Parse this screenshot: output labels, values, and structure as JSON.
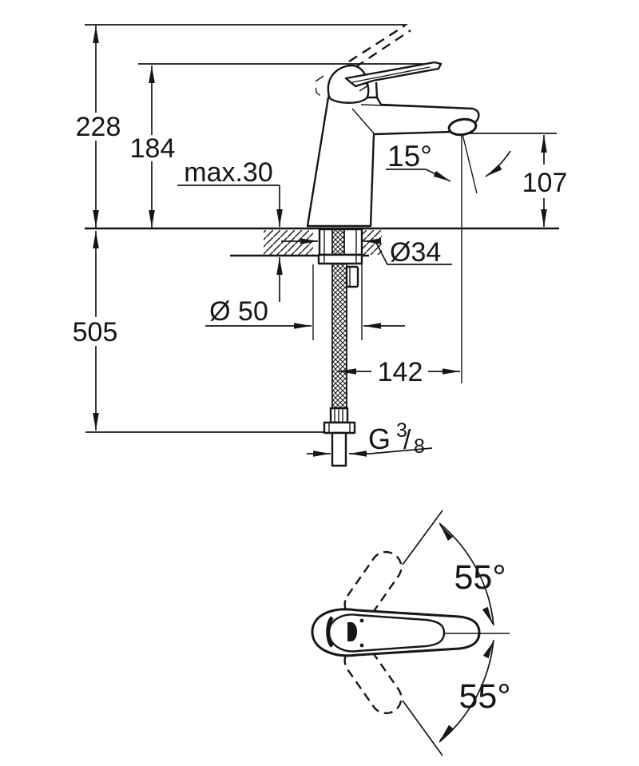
{
  "drawing": {
    "background": "#ffffff",
    "ink": "#161616",
    "side_view": {
      "total_height": "228",
      "body_height": "184",
      "counter_thickness": "max.30",
      "spout_angle": "15°",
      "outlet_height": "107",
      "hose_length": "505",
      "hole_diameter": "Ø 50",
      "shank_diameter": "Ø34",
      "spout_reach": "142",
      "thread": {
        "letter": "G",
        "numerator": "3",
        "slash": "/",
        "denominator": "8"
      }
    },
    "top_view": {
      "swivel_up": "55°",
      "swivel_down": "55°"
    }
  }
}
